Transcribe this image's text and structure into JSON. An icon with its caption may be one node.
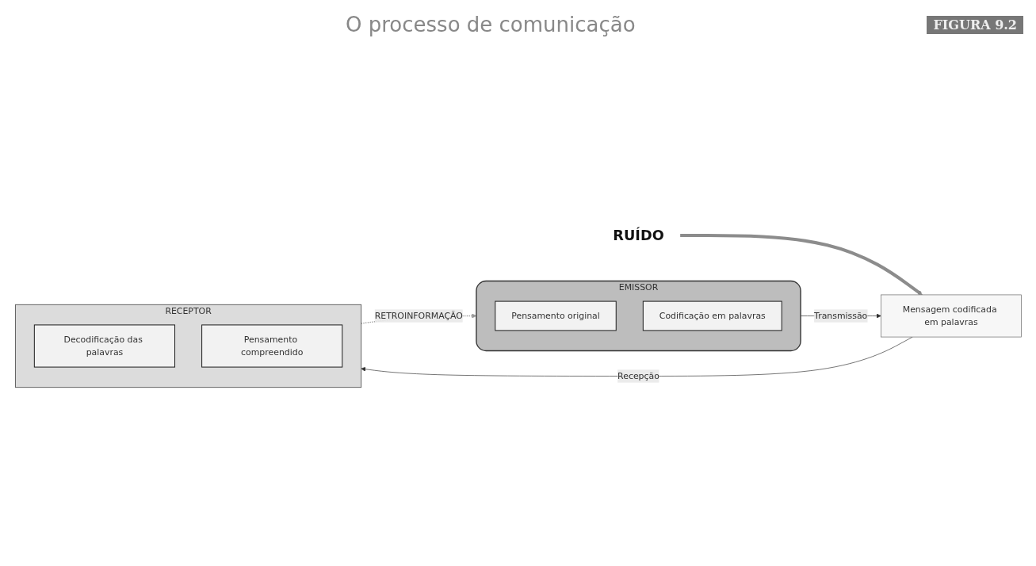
{
  "diagram": {
    "title": "O processo de comunicação",
    "nodes": [
      {
        "text": [
          "RUÍDO"
        ]
      },
      {
        "text": [
          "EMISSOR"
        ]
      },
      {
        "text": [
          "Pensamento original"
        ],
        "in": 1
      },
      {
        "text": [
          "Codificação em palavras"
        ],
        "in": 1
      },
      {
        "text": [
          "Mensagem codificada em palavras"
        ]
      },
      {
        "text": [
          "RECEPTOR"
        ]
      },
      {
        "text": [
          "Decodificação das palavras"
        ],
        "in": 5
      },
      {
        "text": [
          "Pensamento compreendido"
        ],
        "in": 5
      }
    ],
    "edges": [
      {
        "from": 0,
        "to": 4,
        "arrow": "to",
        "style": "thick",
        "color": "#8c8c8c"
      },
      {
        "from": 1,
        "to": 4,
        "arrow": "to",
        "label": "Transmissão"
      },
      {
        "from": 4,
        "to": 5,
        "arrow": "to",
        "label": "Recepção"
      },
      {
        "from": 5,
        "to": 1,
        "arrow": "to",
        "label": "RETROINFORMAÇÃO",
        "style": "dashed",
        "color": "#9a9a9a"
      }
    ],
    "labels": [
      "FIGURA 9.2"
    ]
  }
}
